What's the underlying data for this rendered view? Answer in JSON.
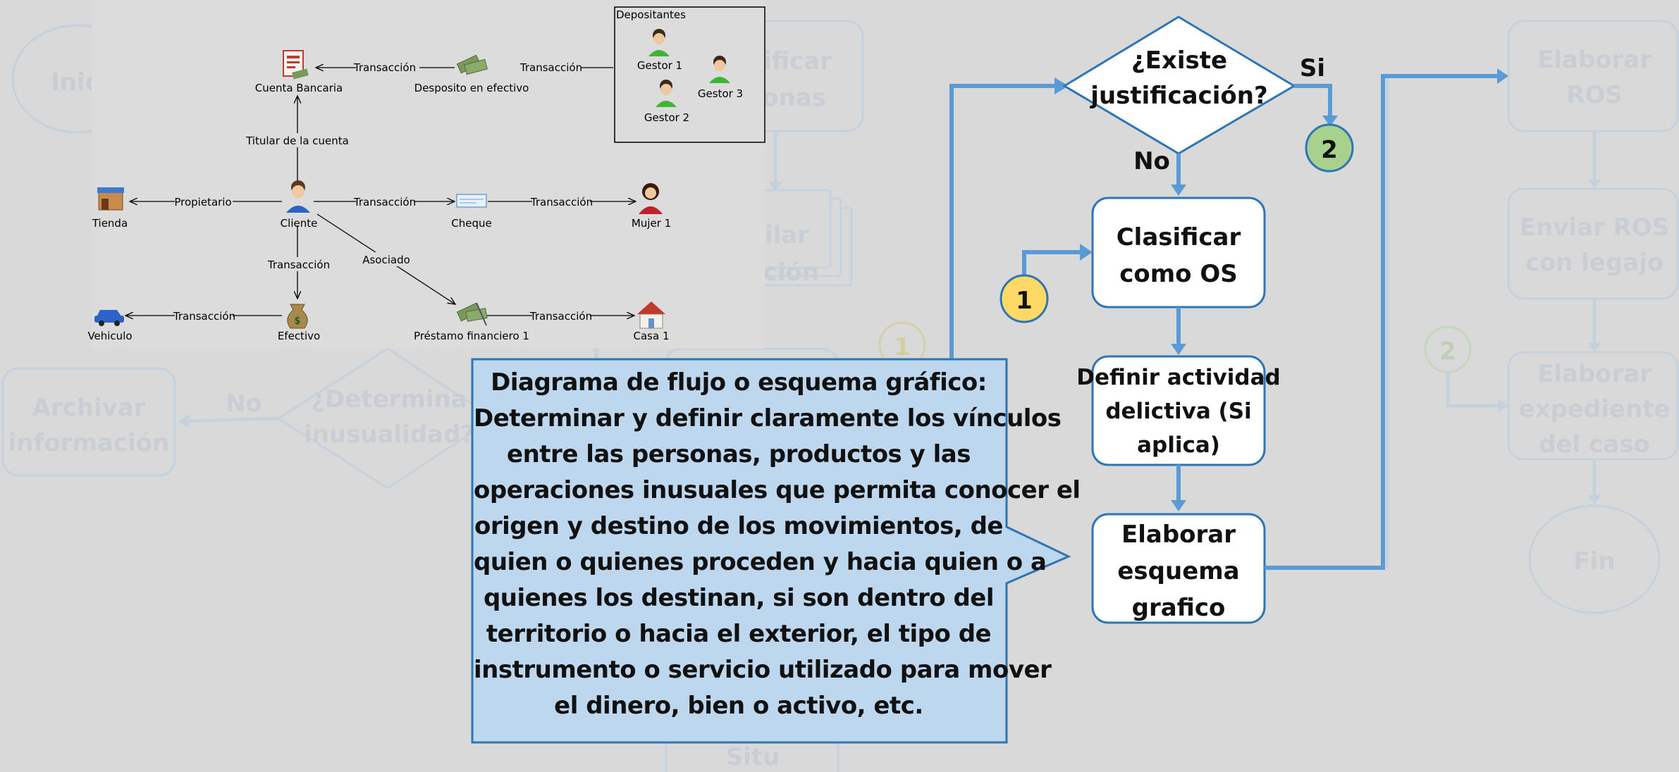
{
  "background_flow": {
    "inicio": "Inic",
    "justificar": [
      "tificar",
      "rsonas"
    ],
    "compilar": [
      "pilar",
      "ación"
    ],
    "archivar": [
      "Archivar",
      "información"
    ],
    "no_label": "No",
    "determina": [
      "¿Determina",
      "inusualidad?"
    ],
    "connector_1": "1",
    "connector_2": "2",
    "situ": "Situ",
    "elaborar_ros": [
      "Elaborar",
      "ROS"
    ],
    "enviar_ros": [
      "Enviar ROS",
      "con legajo"
    ],
    "elaborar_expediente": [
      "Elaborar",
      "expediente",
      "del caso"
    ],
    "fin": "Fin"
  },
  "network": {
    "group_title": "Depositantes",
    "nodes": {
      "cuenta_bancaria": "Cuenta Bancaria",
      "deposito": "Desposito en efectivo",
      "gestor1": "Gestor 1",
      "gestor2": "Gestor 2",
      "gestor3": "Gestor 3",
      "tienda": "Tienda",
      "cliente": "Cliente",
      "cheque": "Cheque",
      "mujer1": "Mujer 1",
      "vehiculo": "Vehiculo",
      "efectivo": "Efectivo",
      "prestamo": "Préstamo financiero 1",
      "casa1": "Casa 1"
    },
    "edges": {
      "transaccion": "Transacción",
      "titular": "Titular de la cuenta",
      "propietario": "Propietario",
      "asociado": "Asociado"
    }
  },
  "flow": {
    "decision": [
      "¿Existe",
      "justificación?"
    ],
    "si": "Si",
    "no": "No",
    "connector_1": "1",
    "connector_2": "2",
    "clasificar": [
      "Clasificar",
      "como OS"
    ],
    "definir": [
      "Definir actividad",
      "delictiva (Si",
      "aplica)"
    ],
    "elaborar_esquema": [
      "Elaborar",
      "esquema",
      "grafico"
    ]
  },
  "callout": {
    "lines": [
      "Diagrama de flujo o esquema gráfico:",
      "Determinar y definir claramente los vínculos",
      "entre las personas, productos y las",
      "operaciones inusuales que permita conocer el",
      "origen y destino de los movimientos, de",
      "quien o quienes proceden y hacia quien o a",
      "quienes los destinan, si son dentro del",
      "territorio o hacia el exterior, el tipo de",
      "instrumento o servicio utilizado para mover",
      "el dinero, bien o activo, etc."
    ]
  },
  "colors": {
    "background": "#d9d9d9",
    "flow_accent": "#5b9bd5",
    "box_border": "#2e75b6",
    "callout_fill": "#bdd7ee",
    "connector_1": "#ffd966",
    "connector_2": "#a9d18e"
  }
}
